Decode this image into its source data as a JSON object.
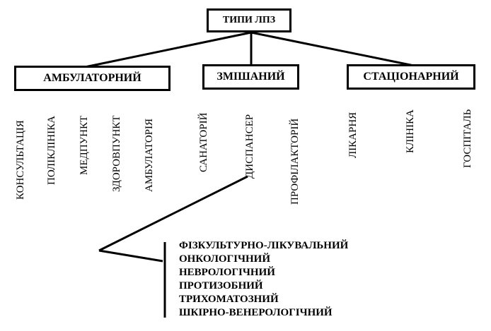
{
  "root": {
    "label": "ТИПИ ЛПЗ"
  },
  "categories": [
    {
      "label": "АМБУЛАТОРНИЙ",
      "items": [
        "КОНСУЛЬТАЦІЯ",
        "ПОЛІКЛІНІКА",
        "МЕДПУНКТ",
        "ЗДОРОВПУНКТ",
        "АМБУЛАТОРІЯ"
      ]
    },
    {
      "label": "ЗМІШАНИЙ",
      "items": [
        "САНАТОРІЙ",
        "ДИСПАНСЕР",
        "ПРОФІЛАКТОРІЙ"
      ]
    },
    {
      "label": "СТАЦІОНАРНИЙ",
      "items": [
        "ЛІКАРНЯ",
        "КЛІНІКА",
        "ГОСПІТАЛЬ"
      ]
    }
  ],
  "dispensary_types": [
    "ФІЗКУЛЬТУРНО-ЛІКУВАЛЬНИЙ",
    "ОНКОЛОГІЧНИЙ",
    "НЕВРОЛОГІЧНИЙ",
    "ПРОТИЗОБНИЙ",
    "ТРИХОМАТОЗНИЙ",
    "ШКІРНО-ВЕНЕРОЛОГІЧНИЙ"
  ]
}
